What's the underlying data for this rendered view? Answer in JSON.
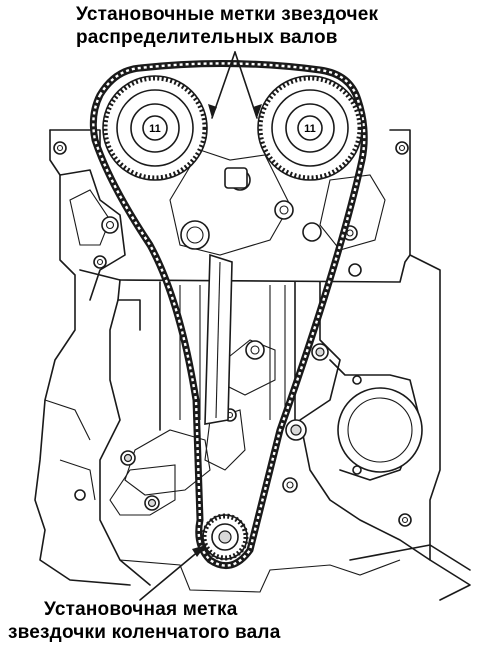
{
  "labels": {
    "camshaft_marks": {
      "line1": "Установочные метки звездочек",
      "line2": "распределительных валов"
    },
    "crankshaft_mark": {
      "line1": "Установочная метка",
      "line2": "звездочки коленчатого вала"
    }
  },
  "diagram": {
    "bolt_marking_left": "11",
    "bolt_marking_right": "11"
  }
}
